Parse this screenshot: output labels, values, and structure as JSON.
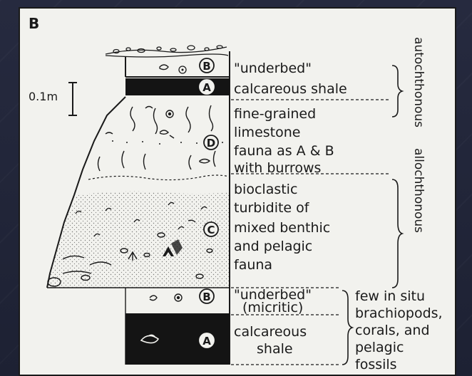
{
  "figure": {
    "panel_label": "B",
    "scale_label": "0.1m",
    "marker_b": "B",
    "marker_a": "A",
    "marker_c": "C",
    "marker_d": "D",
    "upper_underbed": "\"underbed\"",
    "upper_shale": "calcareous shale",
    "d_line1": "fine-grained",
    "d_line2": "limestone",
    "d_line3": "fauna as A & B",
    "d_line4": "with burrows",
    "c_line1": "bioclastic",
    "c_line2": "turbidite of",
    "c_line3": "mixed benthic",
    "c_line4": "and pelagic",
    "c_line5": "fauna",
    "lower_underbed": "\"underbed\"",
    "lower_micritic": "(micritic)",
    "lower_shale1": "calcareous",
    "lower_shale2": "shale",
    "right_autochthonous": "autochthonous",
    "right_allochthonous": "allochthonous",
    "insitu_line1": "few in situ",
    "insitu_line2": "brachiopods,",
    "insitu_line3": "corals, and",
    "insitu_line4": "pelagic",
    "insitu_line5": "fossils"
  }
}
